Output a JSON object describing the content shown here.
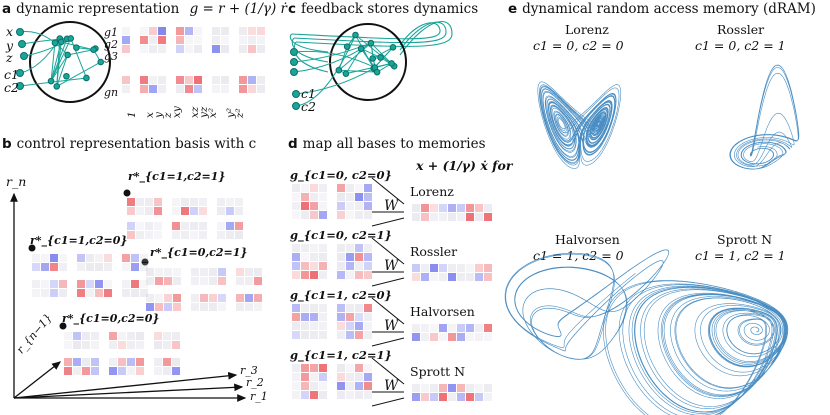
{
  "panels": {
    "a": {
      "letter": "a",
      "title": "dynamic representation",
      "equation": "g = r + (1/γ) ṙ",
      "inputs": [
        "x",
        "y",
        "z",
        "c1",
        "c2"
      ],
      "row_labels": [
        "g1",
        "g2",
        "g3",
        "gn"
      ],
      "col_labels": [
        "1",
        "x",
        "y",
        "z",
        "xy",
        "xz",
        "yz",
        "x²",
        "y²",
        "z²"
      ]
    },
    "b": {
      "letter": "b",
      "title": "control representation basis with c",
      "axes": [
        "r_n",
        "r_{n−1}",
        "r_3",
        "r_2",
        "r_1"
      ],
      "points": [
        "r*_{c1=1,c2=1}",
        "r*_{c1=1,c2=0}",
        "r*_{c1=0,c2=1}",
        "r*_{c1=0,c2=0}"
      ]
    },
    "c": {
      "letter": "c",
      "title": "feedback stores dynamics",
      "inputs": [
        "c1",
        "c2"
      ]
    },
    "d": {
      "letter": "d",
      "title": "map all bases to memories",
      "right_header": "x + (1/γ) ẋ for",
      "rows": [
        {
          "left": "g_{c1=0, c2=0}",
          "memory": "Lorenz"
        },
        {
          "left": "g_{c1=0, c2=1}",
          "memory": "Rossler"
        },
        {
          "left": "g_{c1=1, c2=0}",
          "memory": "Halvorsen"
        },
        {
          "left": "g_{c1=1, c2=1}",
          "memory": "Sprott N"
        }
      ],
      "weight_label": "W"
    },
    "e": {
      "letter": "e",
      "title": "dynamical random access memory (dRAM)",
      "attractors": [
        {
          "name": "Lorenz",
          "condition": "c1 = 0,  c2 = 0"
        },
        {
          "name": "Rossler",
          "condition": "c1 = 0,  c2 = 1"
        },
        {
          "name": "Halvorsen",
          "condition": "c1 = 1,  c2 = 0"
        },
        {
          "name": "Sprott N",
          "condition": "c1 = 1,  c2 = 1"
        }
      ],
      "curve_color": "#2a7ab8"
    }
  },
  "colors": {
    "network": "#1aa59a",
    "blue": "#8a8ff0",
    "red": "#ef7f82"
  }
}
